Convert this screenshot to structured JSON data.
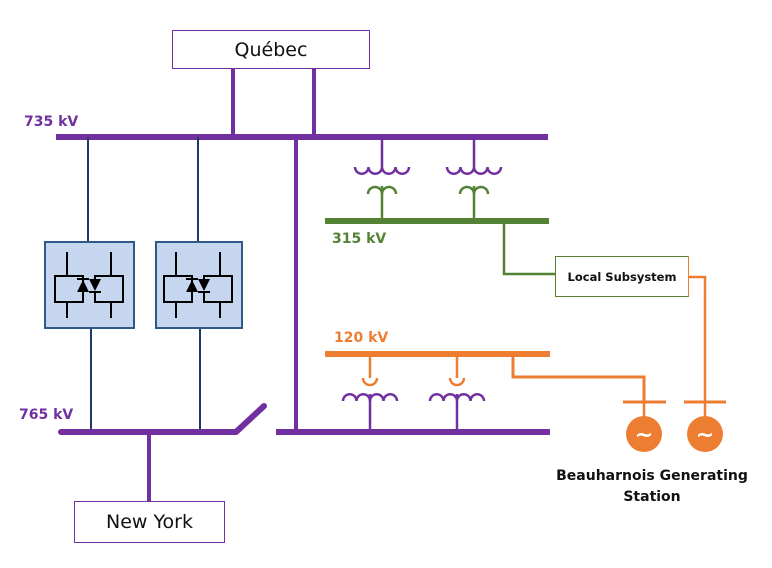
{
  "diagram": {
    "title": "Hydro-Québec / New York interconnection single-line diagram",
    "regions": {
      "quebec": "Québec",
      "new_york": "New York"
    },
    "buses": {
      "bus_735": "735 kV",
      "bus_315": "315 kV",
      "bus_120": "120 kV",
      "bus_765": "765 kV"
    },
    "local_subsystem": "Local Subsystem",
    "generating_station": {
      "line1": "Beauharnois Generating",
      "line2": "Station",
      "generator_symbol": "~"
    },
    "colors": {
      "kv735": "#7030a0",
      "kv315": "#548235",
      "kv120": "#ed7d31",
      "converter_link": "#1f3864",
      "converter_fill": "#c5d6ee",
      "converter_border": "#2e5a88"
    },
    "components": {
      "converters": 2,
      "transformers_735_315": 2,
      "transformers_120_735": 2,
      "generators": 2,
      "breaker_state": "open"
    }
  }
}
